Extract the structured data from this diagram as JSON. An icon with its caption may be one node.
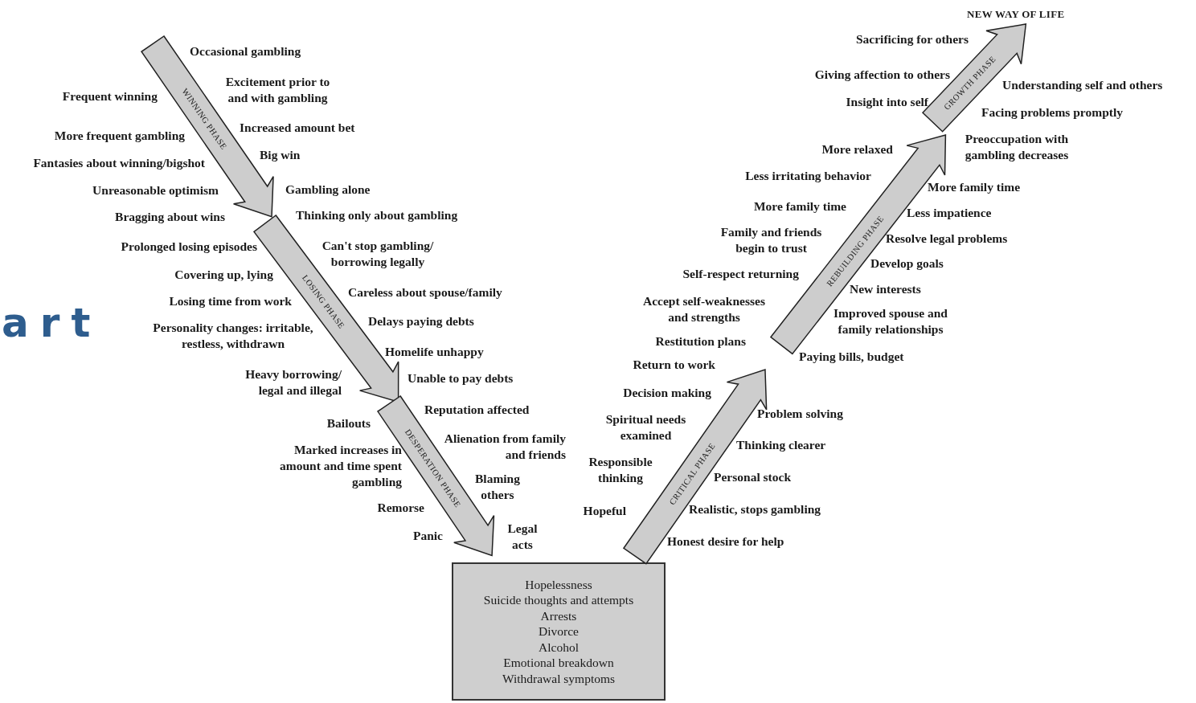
{
  "diagram": {
    "nodes": [
      {
        "text": [
          "WINNING PHASE"
        ]
      },
      {
        "text": [
          "LOSING PHASE"
        ]
      },
      {
        "text": [
          "DESPERATION PHASE"
        ]
      },
      {
        "text": [
          "Hopelessness",
          "Suicide thoughts and attempts",
          "Arrests",
          "Divorce",
          "Alcohol",
          "Emotional breakdown",
          "Withdrawal symptoms"
        ]
      },
      {
        "text": [
          "CRITICAL PHASE"
        ]
      },
      {
        "text": [
          "REBUILDING PHASE"
        ]
      },
      {
        "text": [
          "GROWTH PHASE"
        ]
      }
    ],
    "labels": [
      "Frequent winning",
      "More frequent gambling",
      "Fantasies about winning/bigshot",
      "Unreasonable optimism",
      "Bragging about wins",
      "Occasional gambling",
      "Excitement prior to and with gambling",
      "Increased amount bet",
      "Big win",
      "Gambling alone",
      "Prolonged losing episodes",
      "Covering up, lying",
      "Losing time from work",
      "Personality changes: irritable, restless, withdrawn",
      "Heavy borrowing/ legal and illegal",
      "Thinking only about gambling",
      "Can't stop gambling/ borrowing legally",
      "Careless about spouse/family",
      "Delays paying debts",
      "Homelife unhappy",
      "Unable to pay debts",
      "Bailouts",
      "Marked increases in amount and time spent gambling",
      "Remorse",
      "Panic",
      "Reputation affected",
      "Alienation from family and friends",
      "Blaming others",
      "Legal acts",
      "Return to work",
      "Decision making",
      "Spiritual needs examined",
      "Responsible thinking",
      "Hopeful",
      "Problem solving",
      "Thinking clearer",
      "Personal stock",
      "Realistic, stops gambling",
      "Honest desire for help",
      "More relaxed",
      "Less irritating behavior",
      "More family time",
      "Family and friends begin to trust",
      "Self-respect returning",
      "Accept self-weaknesses and strengths",
      "Restitution plans",
      "More family time",
      "Less impatience",
      "Resolve legal problems",
      "Develop goals",
      "New interests",
      "Improved spouse and family relationships",
      "Paying bills, budget",
      "Sacrificing for others",
      "Giving affection to others",
      "Insight into self",
      "Understanding self and others",
      "Facing problems promptly",
      "Preoccupation with gambling decreases",
      "NEW WAY OF LIFE",
      "art"
    ]
  }
}
